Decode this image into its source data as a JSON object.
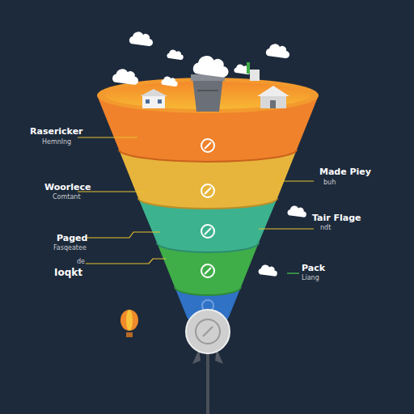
{
  "diagram": {
    "labels": [
      "Rasericker",
      "Hemnlng",
      "Woorlece",
      "Comtant",
      "Made Piey",
      "buh",
      "Tair Flage",
      "ndt",
      "Paged",
      "Fasqeatee",
      "de",
      "Ioqkt",
      "Pack",
      "Liang"
    ]
  }
}
